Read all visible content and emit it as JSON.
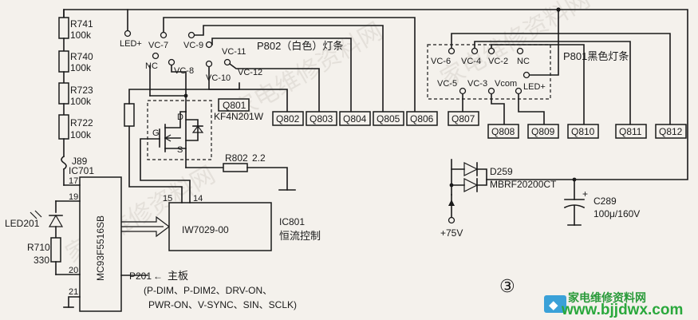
{
  "resistors": {
    "r741": {
      "ref": "R741",
      "value": "100k"
    },
    "r740": {
      "ref": "R740",
      "value": "100k"
    },
    "r723": {
      "ref": "R723",
      "value": "100k"
    },
    "r722": {
      "ref": "R722",
      "value": "100k"
    },
    "j89": "J89",
    "r710": {
      "ref": "R710",
      "value": "330"
    },
    "r802": {
      "ref": "R802",
      "value": "2.2"
    }
  },
  "ic701": {
    "ref": "IC701",
    "part": "MC93F5516SB",
    "pins": [
      "17",
      "19",
      "20",
      "21"
    ]
  },
  "led201": "LED201",
  "ic801": {
    "ref": "IC801",
    "part": "IW7029-00",
    "desc": "恒流控制",
    "pins": [
      "15",
      "14"
    ]
  },
  "mosfet": {
    "ref": "Q801",
    "part": "KF4N201W",
    "g": "G",
    "d": "D",
    "s": "S"
  },
  "p802": {
    "title": "P802（白色）灯条",
    "pins": {
      "led": "LED+",
      "vc7": "VC-7",
      "vc9": "VC-9",
      "vc11": "VC-11",
      "nc": "NC",
      "vc8": "VC-8",
      "vc12": "VC-12",
      "vc10": "VC-10"
    }
  },
  "p801": {
    "title": "P801黑色灯条",
    "pins": {
      "vc6": "VC-6",
      "vc4": "VC-4",
      "vc2": "VC-2",
      "nc": "NC",
      "vc5": "VC-5",
      "vc3": "VC-3",
      "vcom": "Vcom",
      "led": "LED+"
    }
  },
  "transistors": [
    "Q802",
    "Q803",
    "Q804",
    "Q805",
    "Q806",
    "Q807",
    "Q808",
    "Q809",
    "Q810",
    "Q811",
    "Q812"
  ],
  "diode": {
    "ref": "D259",
    "part": "MBRF20200CT"
  },
  "capacitor": {
    "ref": "C289",
    "value": "100μ/160V"
  },
  "supply": "+75V",
  "p201": {
    "ref": "P201",
    "arrow": "←",
    "target": "主板",
    "signals_line1": "(P-DIM、P-DIM2、DRV-ON、",
    "signals_line2": "PWR-ON、V-SYNC、SIN、SCLK)"
  },
  "figure_number": "③",
  "watermark": {
    "site": "www.bjjdwx.com",
    "logo_text": "家电维修资料网",
    "bg_text": "家电维修资料网"
  }
}
